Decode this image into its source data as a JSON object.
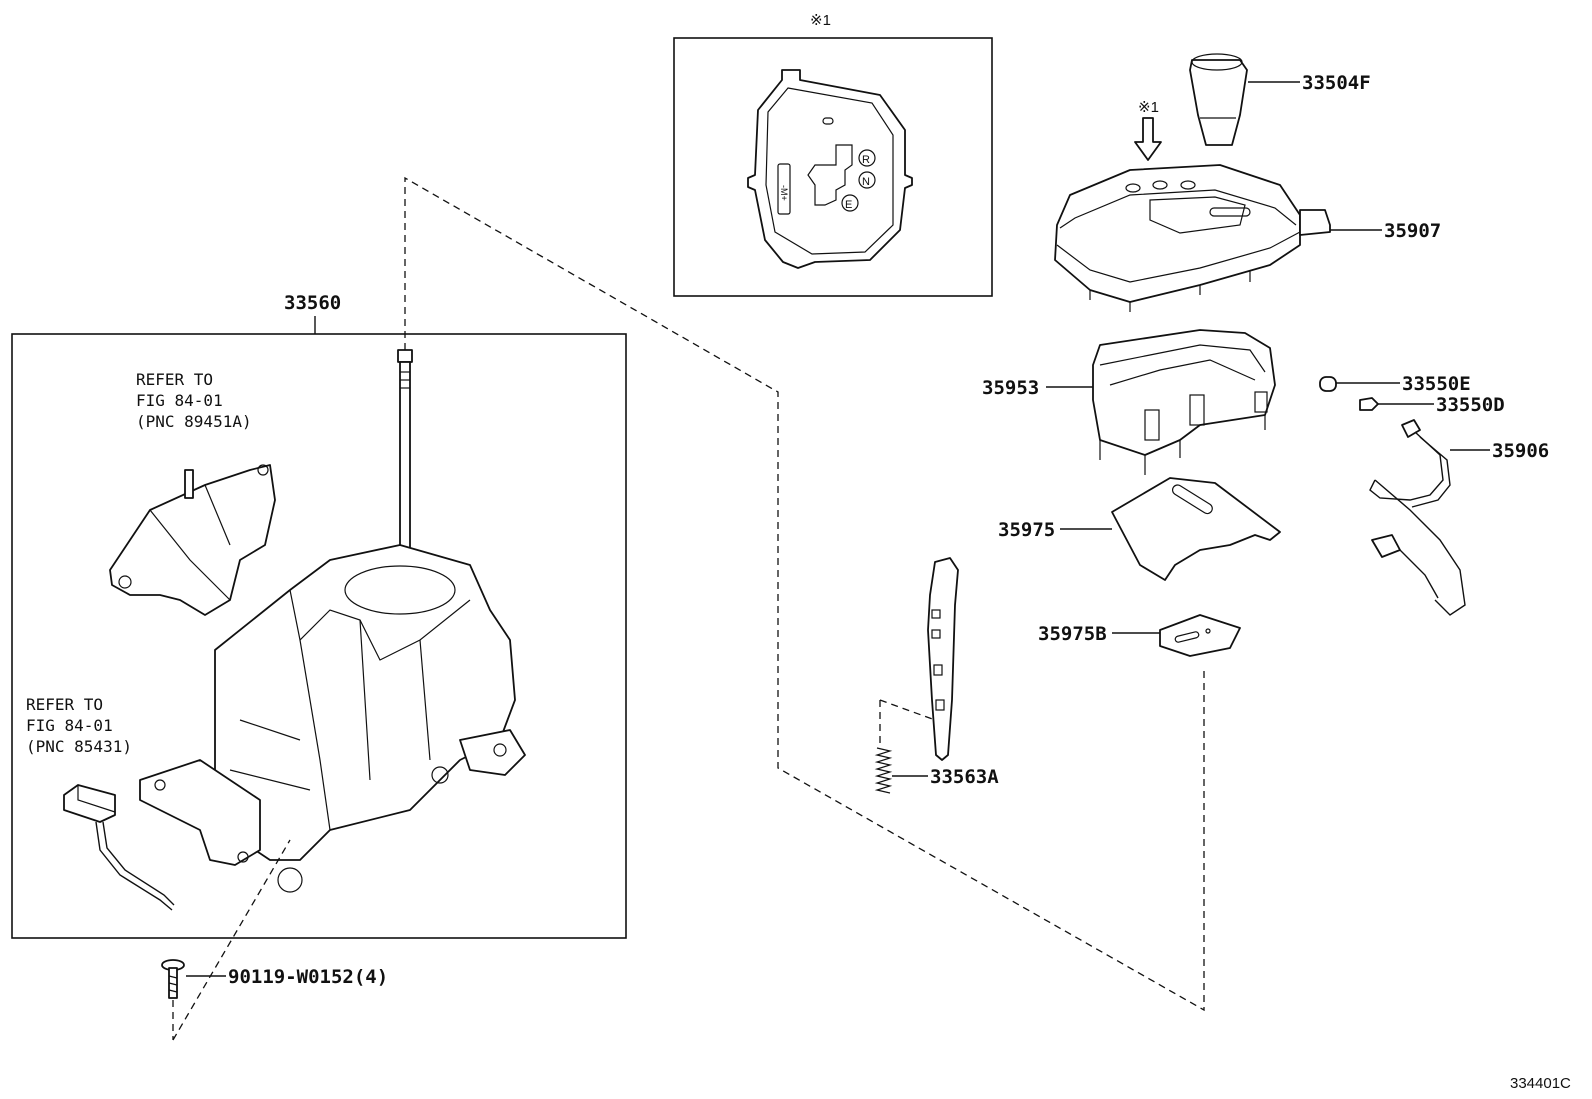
{
  "diagram_code": "334401C",
  "callout_mark": "※1",
  "inset": {
    "symbol_r": "R",
    "symbol_n": "N",
    "symbol_e": "E",
    "slot_text": "-M+"
  },
  "parts": {
    "p33560": "33560",
    "p33504F": "33504F",
    "p35907": "35907",
    "p35953": "35953",
    "p33550E": "33550E",
    "p33550D": "33550D",
    "p35906": "35906",
    "p35975": "35975",
    "p35975B": "35975B",
    "p33563A": "33563A",
    "p90119": "90119-W0152(4)"
  },
  "refer1": {
    "line1": "REFER TO",
    "line2": "FIG 84-01",
    "line3": "(PNC 89451A)"
  },
  "refer2": {
    "line1": "REFER TO",
    "line2": "FIG 84-01",
    "line3": "(PNC 85431)"
  }
}
